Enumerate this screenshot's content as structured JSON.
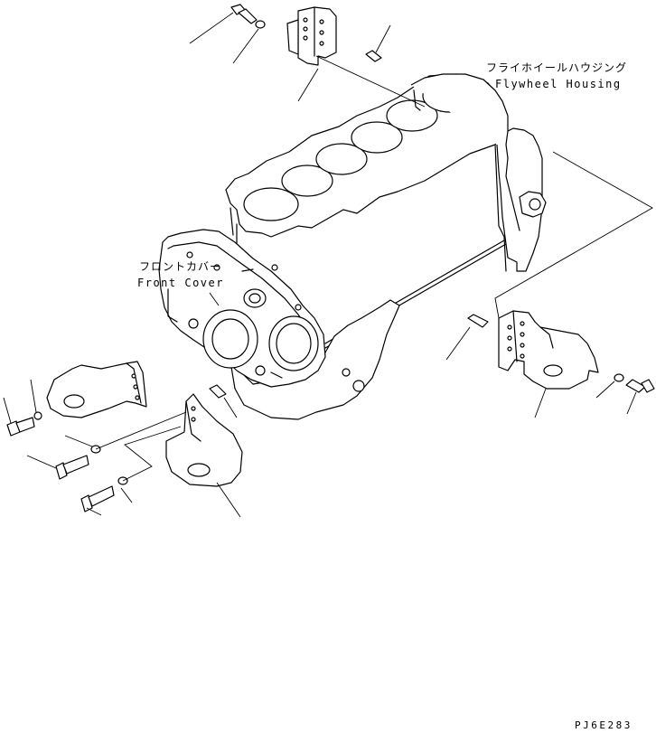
{
  "labels": {
    "flywheel_housing_jp": "フライホイールハウジング",
    "flywheel_housing_en": "Flywheel Housing",
    "front_cover_jp": "フロントカバー",
    "front_cover_en": "Front Cover"
  },
  "drawing_code": "PJ6E283"
}
